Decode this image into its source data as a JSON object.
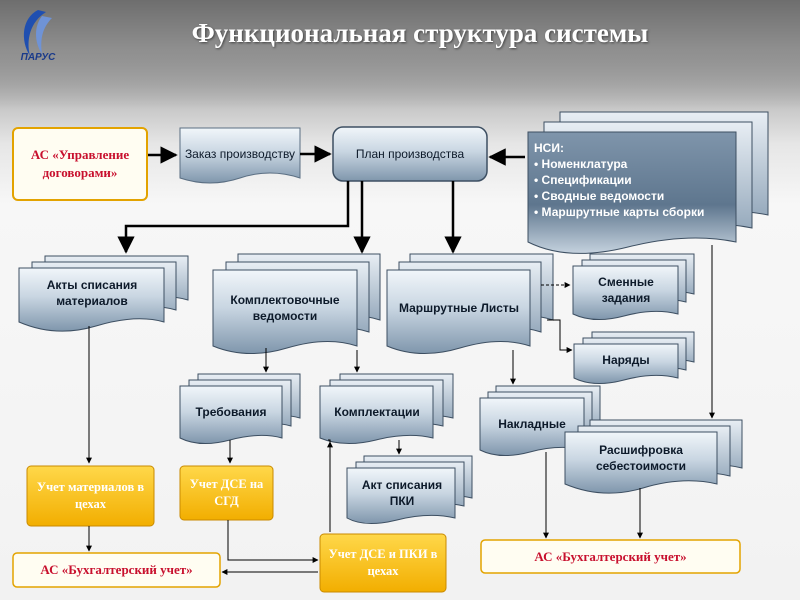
{
  "title": "Функциональная структура системы",
  "logo": {
    "text": "ПАРУС"
  },
  "boxes": {
    "as_contracts": "АС «Управление договорами»",
    "order": "Заказ производству",
    "plan": "План производства",
    "nsi_title": "НСИ:",
    "nsi_items": [
      "Номенклатура",
      "Спецификации",
      "Сводные ведомости",
      "Маршрутные карты сборки"
    ],
    "acts": "Акты списания материалов",
    "kompl_ved": "Комплектовочные ведомости",
    "route_sheets": "Маршрутные Листы",
    "shift_tasks": "Сменные задания",
    "naryady": "Наряды",
    "requirements": "Требования",
    "komplektatsii": "Комплектации",
    "nakladnye": "Накладные",
    "costing": "Расшифровка себестоимости",
    "act_pki": "Акт списания ПКИ",
    "uchet_materials": "Учет материалов в цехах",
    "uchet_dse_sgd": "Учет ДСЕ на СГД",
    "uchet_dse_pki": "Учет ДСЕ и ПКИ в цехах",
    "buh_left": "АС «Бухгалтерский учет»",
    "buh_right": "АС «Бухгалтерский учет»"
  },
  "colors": {
    "box_dark": "#8fa4b8",
    "box_light": "#e6eef5",
    "orange": "#f5b800",
    "red_text": "#c8102e",
    "arrow": "#000000"
  }
}
